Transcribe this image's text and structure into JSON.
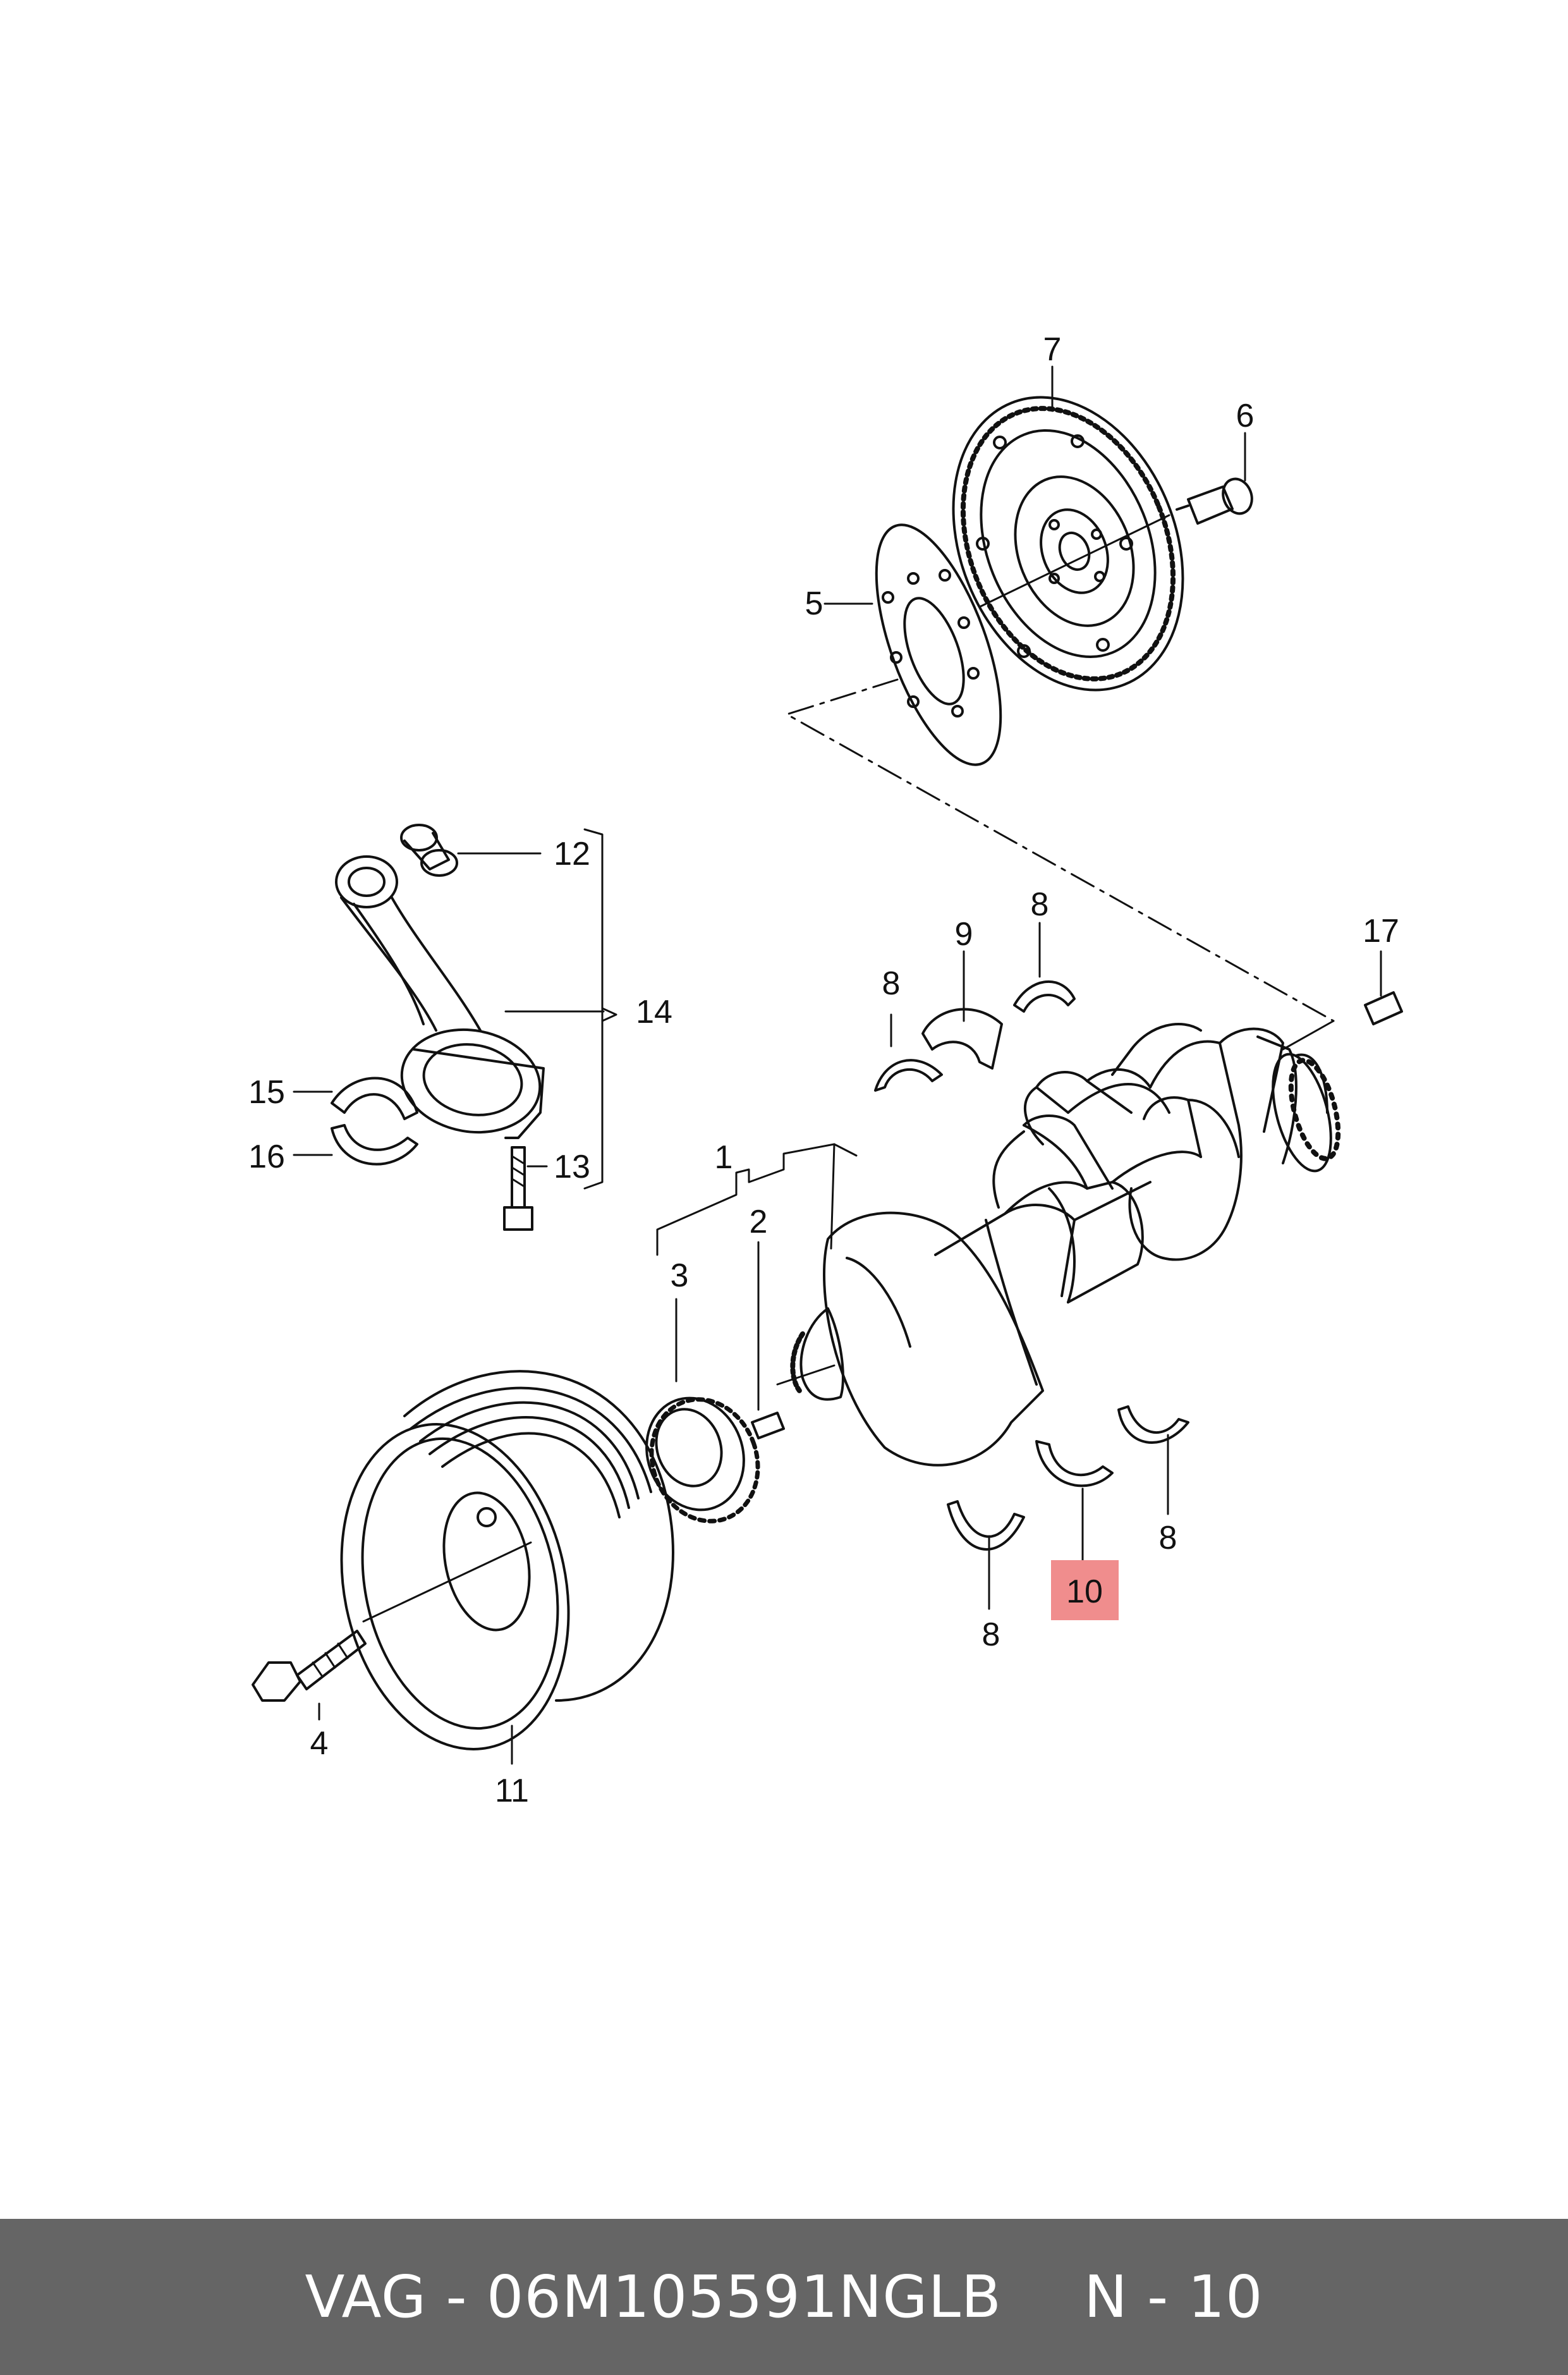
{
  "diagram": {
    "callouts": [
      "1",
      "2",
      "3",
      "4",
      "5",
      "6",
      "7",
      "8",
      "9",
      "10",
      "11",
      "12",
      "13",
      "14",
      "15",
      "16",
      "17"
    ],
    "highlight_callout": "10",
    "highlight_color": "#f08d8d",
    "line_color": "#111111"
  },
  "footer": {
    "brand": "VAG",
    "separator": "-",
    "part_number": "06M105591NGLB",
    "position_label": "N - 10",
    "background": "#656565"
  }
}
